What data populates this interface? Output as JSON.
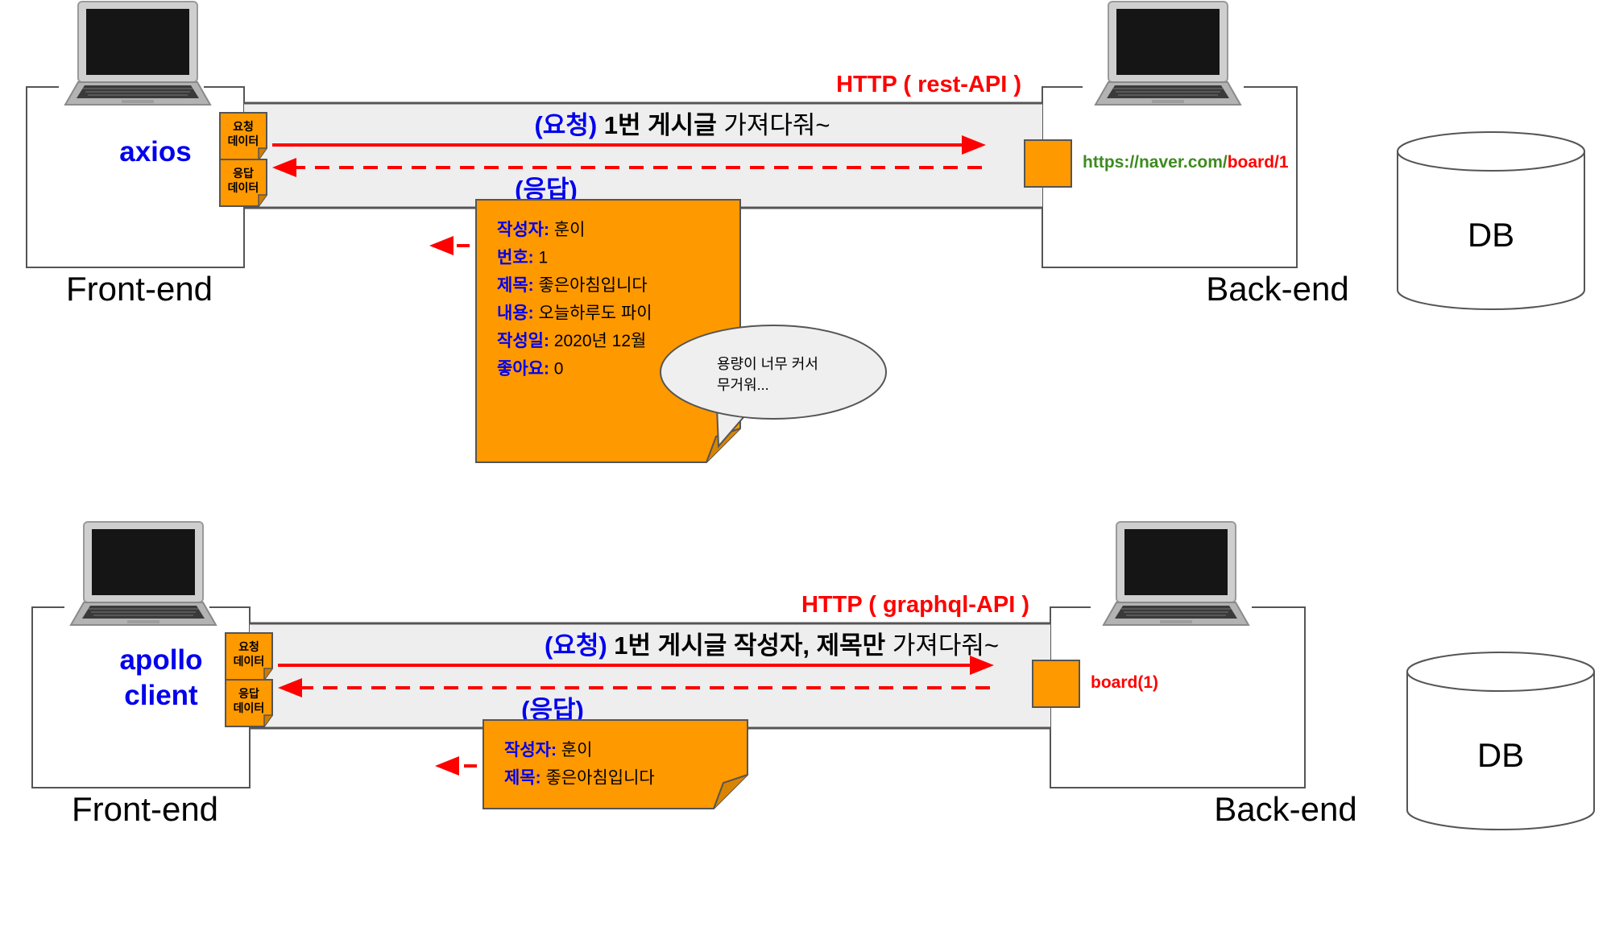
{
  "colors": {
    "blue": "#0000ee",
    "red": "#ff0000",
    "orange": "#ff9900",
    "green": "#3d8b1f",
    "tunnel": "#eeeeee",
    "line": "#555555"
  },
  "diagrams": [
    {
      "protocol": "HTTP ( rest-API )",
      "client_lib": [
        "axios"
      ],
      "request_icon": [
        "요청",
        "데이터"
      ],
      "response_icon": [
        "응답",
        "데이터"
      ],
      "request": {
        "prefix": "(요청)",
        "bold": "1번 게시글",
        "rest": " 가져다줘~"
      },
      "response_label": "(응답)",
      "endpoint": [
        {
          "text": "https://naver.com/",
          "color": "green"
        },
        {
          "text": "board/1",
          "color": "red"
        }
      ],
      "note_lines": [
        {
          "key": "작성자:",
          "value": " 훈이"
        },
        {
          "key": "번호:",
          "value": " 1"
        },
        {
          "key": "제목:",
          "value": " 좋은아침입니다"
        },
        {
          "key": "내용:",
          "value": " 오늘하루도 파이"
        },
        {
          "key": "작성일:",
          "value": " 2020년 12월"
        },
        {
          "key": "좋아요:",
          "value": " 0"
        }
      ],
      "speech_bubble": [
        "용량이 너무 커서",
        "무거워..."
      ],
      "front_label": "Front-end",
      "back_label": "Back-end",
      "db_label": "DB"
    },
    {
      "protocol": "HTTP ( graphql-API )",
      "client_lib": [
        "apollo",
        "client"
      ],
      "request_icon": [
        "요청",
        "데이터"
      ],
      "response_icon": [
        "응답",
        "데이터"
      ],
      "request": {
        "prefix": "(요청)",
        "bold": "1번 게시글 작성자, 제목만",
        "rest": " 가져다줘~"
      },
      "response_label": "(응답)",
      "endpoint": [
        {
          "text": "board(1)",
          "color": "red"
        }
      ],
      "note_lines": [
        {
          "key": "작성자:",
          "value": " 훈이"
        },
        {
          "key": "제목:",
          "value": " 좋은아침입니다"
        }
      ],
      "speech_bubble": [],
      "front_label": "Front-end",
      "back_label": "Back-end",
      "db_label": "DB"
    }
  ]
}
